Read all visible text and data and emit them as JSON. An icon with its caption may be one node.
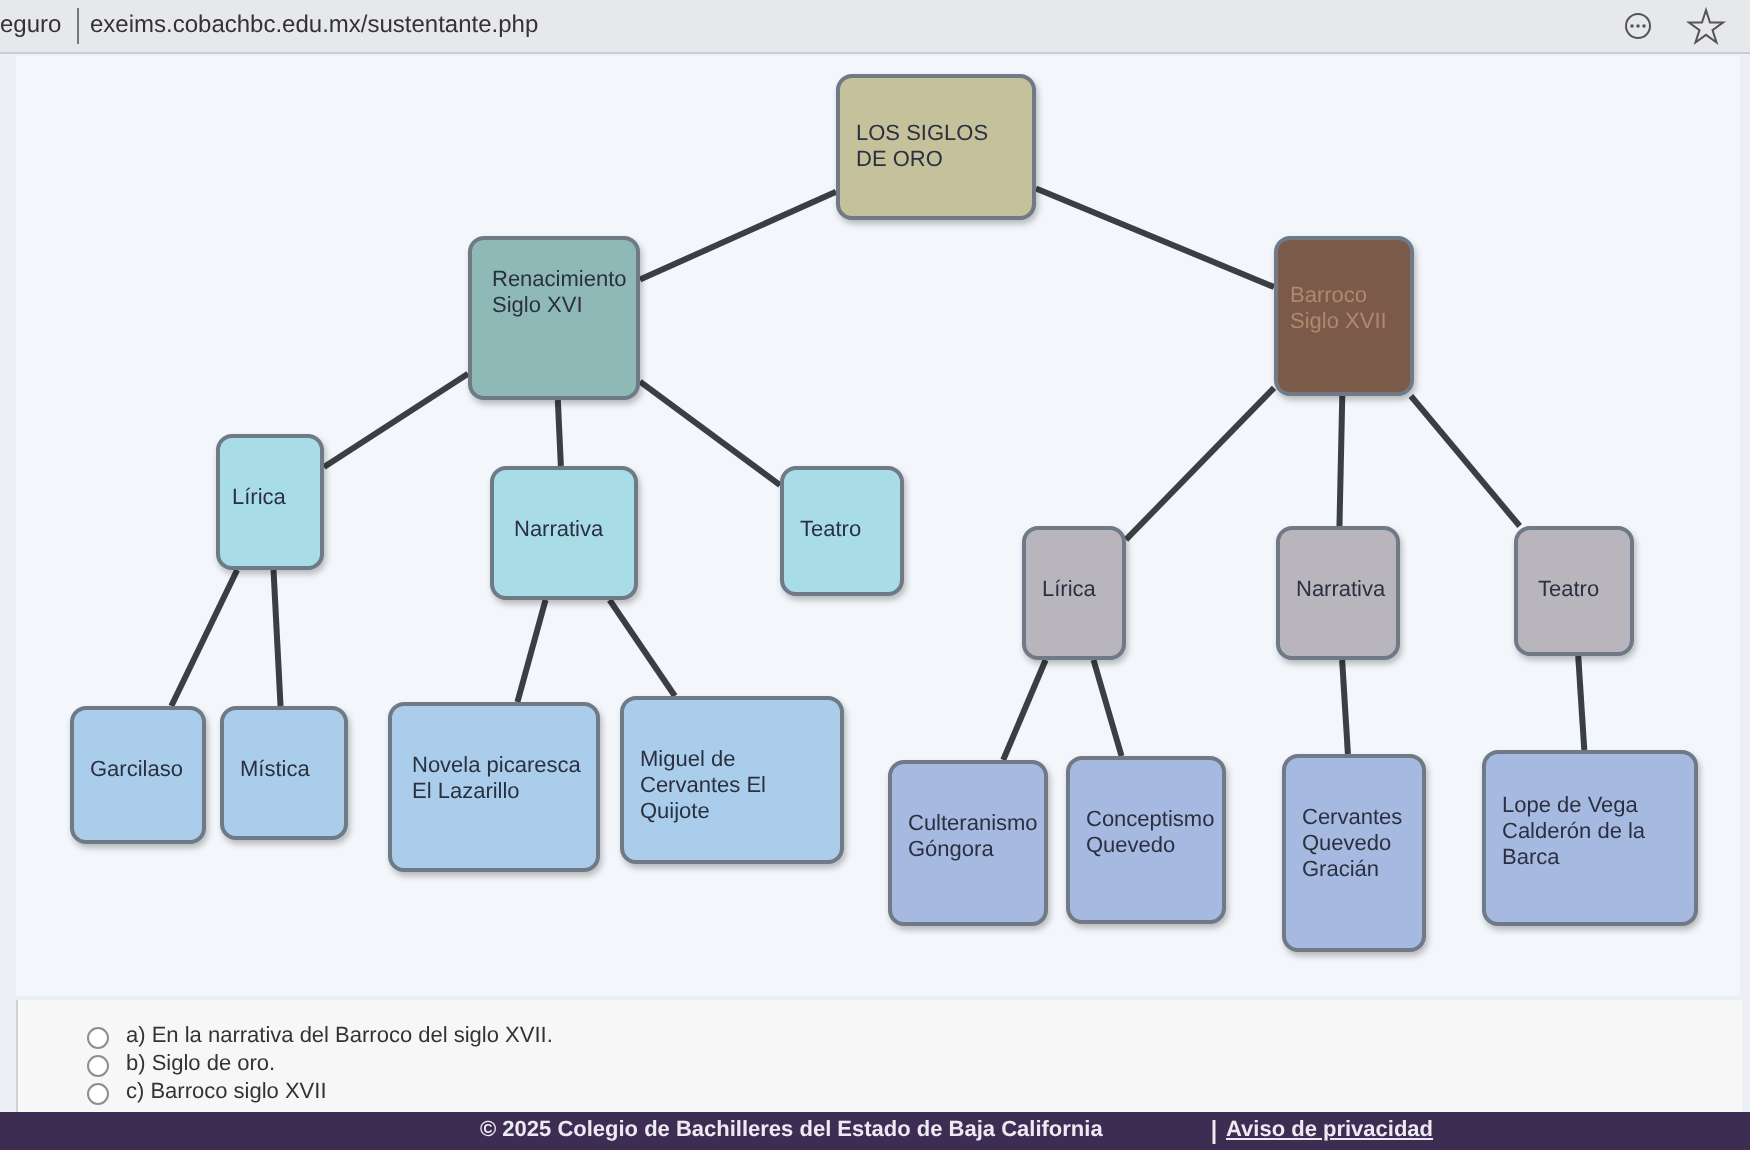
{
  "diagram": {
    "nodes": [
      {
        "text": [
          "LOS SIGLOS DE ORO"
        ]
      },
      {
        "text": [
          "Renacimiento Siglo XVI"
        ]
      },
      {
        "text": [
          "Barroco Siglo XVII"
        ]
      },
      {
        "text": [
          "Lírica"
        ]
      },
      {
        "text": [
          "Narrativa"
        ]
      },
      {
        "text": [
          "Teatro"
        ]
      },
      {
        "text": [
          "Lírica"
        ]
      },
      {
        "text": [
          "Narrativa"
        ]
      },
      {
        "text": [
          "Teatro"
        ]
      },
      {
        "text": [
          "Garcilaso"
        ]
      },
      {
        "text": [
          "Mística"
        ]
      },
      {
        "text": [
          "Novela picaresca El Lazarillo"
        ]
      },
      {
        "text": [
          "Miguel de Cervantes El Quijote"
        ]
      },
      {
        "text": [
          "Culteranismo Góngora"
        ]
      },
      {
        "text": [
          "Conceptismo Quevedo"
        ]
      },
      {
        "text": [
          "Cervantes Quevedo Gracián"
        ]
      },
      {
        "text": [
          "Lope de Vega Calderón de la Barca"
        ]
      }
    ],
    "edges": [
      {
        "from": 0,
        "to": 1,
        "arrow": "none"
      },
      {
        "from": 0,
        "to": 2,
        "arrow": "none"
      },
      {
        "from": 1,
        "to": 3,
        "arrow": "none"
      },
      {
        "from": 1,
        "to": 4,
        "arrow": "none"
      },
      {
        "from": 1,
        "to": 5,
        "arrow": "none"
      },
      {
        "from": 2,
        "to": 6,
        "arrow": "none"
      },
      {
        "from": 2,
        "to": 7,
        "arrow": "none"
      },
      {
        "from": 2,
        "to": 8,
        "arrow": "none"
      },
      {
        "from": 3,
        "to": 9,
        "arrow": "none"
      },
      {
        "from": 3,
        "to": 10,
        "arrow": "none"
      },
      {
        "from": 4,
        "to": 11,
        "arrow": "none"
      },
      {
        "from": 4,
        "to": 12,
        "arrow": "none"
      },
      {
        "from": 6,
        "to": 13,
        "arrow": "none"
      },
      {
        "from": 6,
        "to": 14,
        "arrow": "none"
      },
      {
        "from": 7,
        "to": 15,
        "arrow": "none"
      },
      {
        "from": 8,
        "to": 16,
        "arrow": "none"
      }
    ],
    "labels": [
      "eguro",
      "exeims.cobachbc.edu.mx/sustentante.php",
      "a) En la narrativa del Barroco del siglo XVII.",
      "b) Siglo de oro.",
      "c) Barroco siglo XVII",
      "© 2025 Colegio de Bachilleres del Estado de Baja California",
      "Aviso de privacidad"
    ]
  }
}
